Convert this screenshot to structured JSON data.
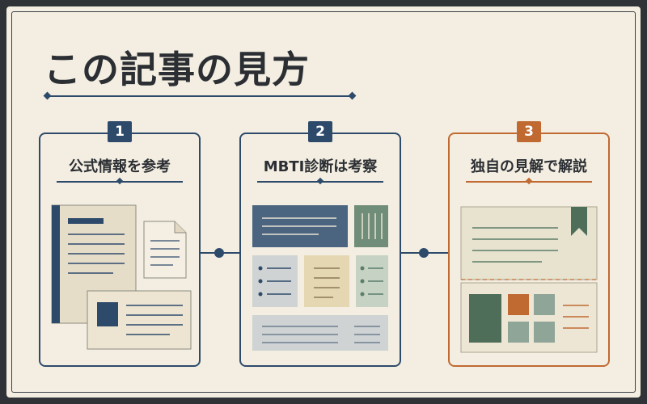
{
  "title": "この記事の見方",
  "steps": [
    {
      "number": "1",
      "label": "公式情報を参考"
    },
    {
      "number": "2",
      "label": "MBTI診断は考察"
    },
    {
      "number": "3",
      "label": "独自の見解で解説"
    }
  ],
  "colors": {
    "navy": "#2e4a6b",
    "orange": "#c06a32",
    "green": "#5d7d69",
    "beige": "#e9dfc8",
    "background": "#f3eee1"
  },
  "icons": [
    "documents-icon",
    "layout-grid-icon",
    "bookmark-article-icon"
  ]
}
